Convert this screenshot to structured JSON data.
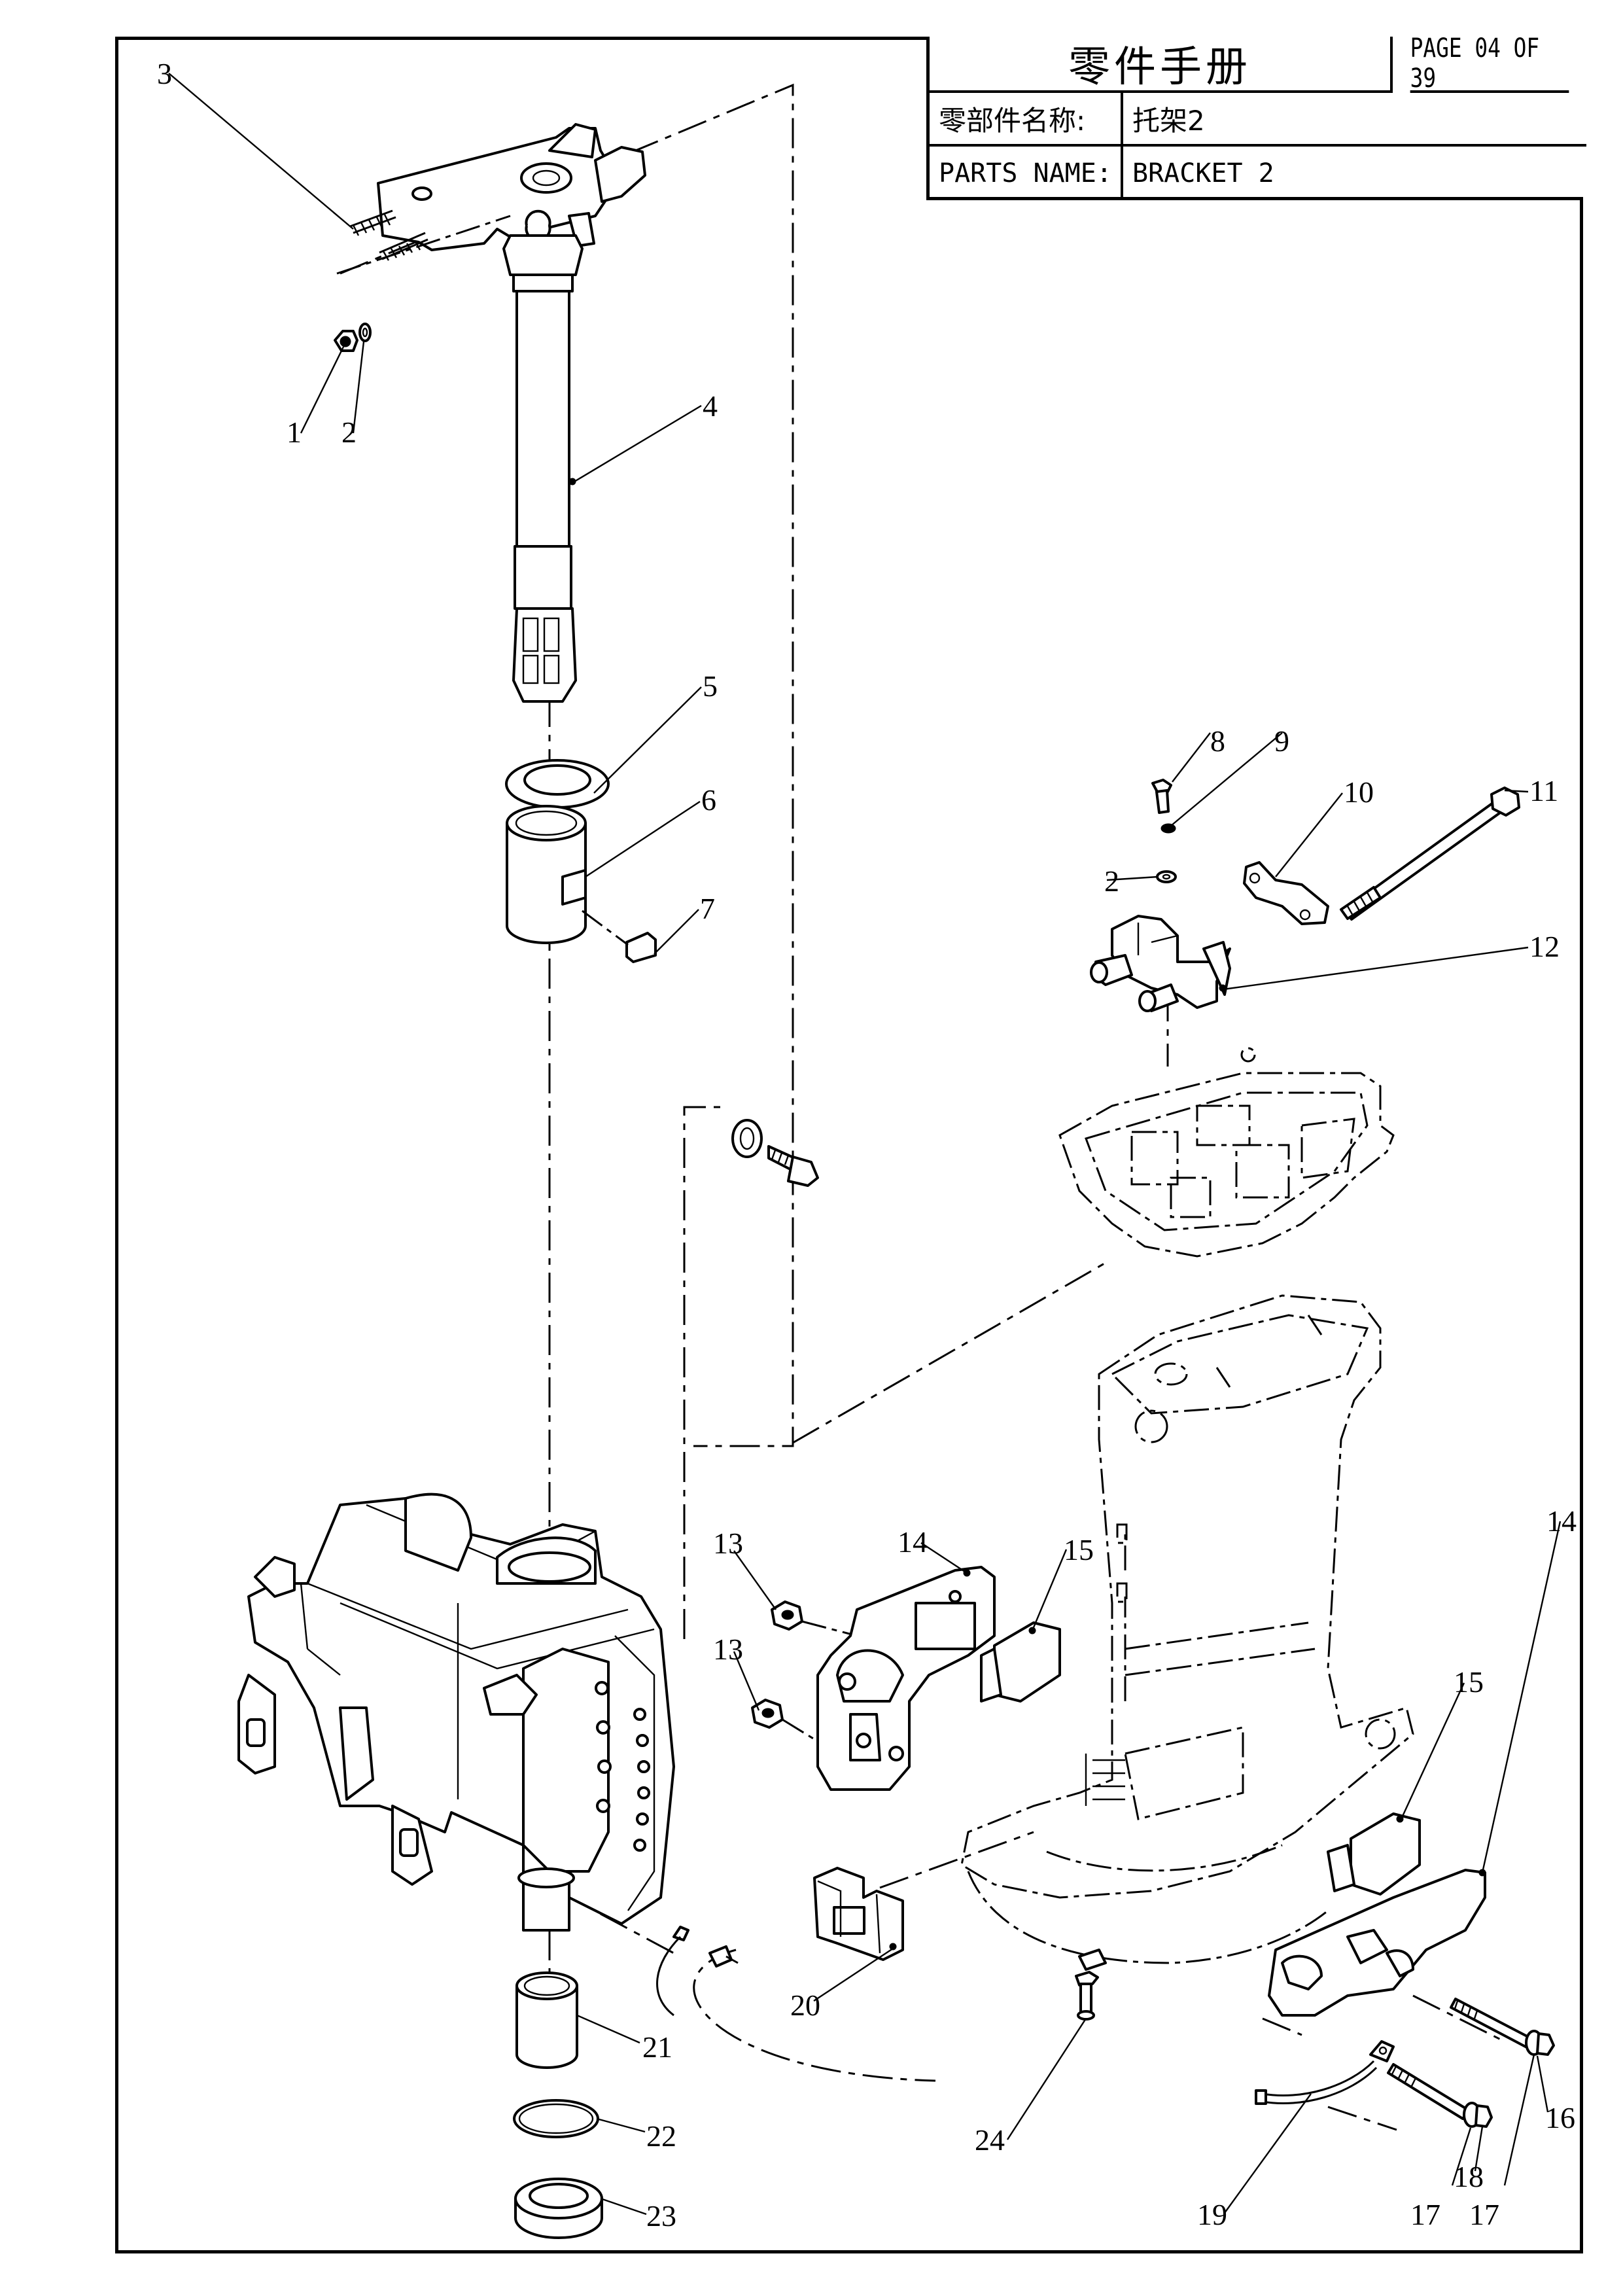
{
  "title_block": {
    "title": "零件手册",
    "page": "PAGE 04 OF 39",
    "cn_name_label": "零部件名称:",
    "cn_name_value": "托架2",
    "en_name_label": "PARTS NAME:",
    "en_name_value": "BRACKET 2"
  },
  "callouts": {
    "c1": "1",
    "c2a": "2",
    "c2b": "2",
    "c3": "3",
    "c4": "4",
    "c5": "5",
    "c6": "6",
    "c7": "7",
    "c8": "8",
    "c9": "9",
    "c10": "10",
    "c11": "11",
    "c12": "12",
    "c13a": "13",
    "c13b": "13",
    "c14a": "14",
    "c14b": "14",
    "c15a": "15",
    "c15b": "15",
    "c16": "16",
    "c17a": "17",
    "c17b": "17",
    "c18": "18",
    "c19": "19",
    "c20": "20",
    "c21": "21",
    "c22": "22",
    "c23": "23",
    "c24": "24"
  }
}
